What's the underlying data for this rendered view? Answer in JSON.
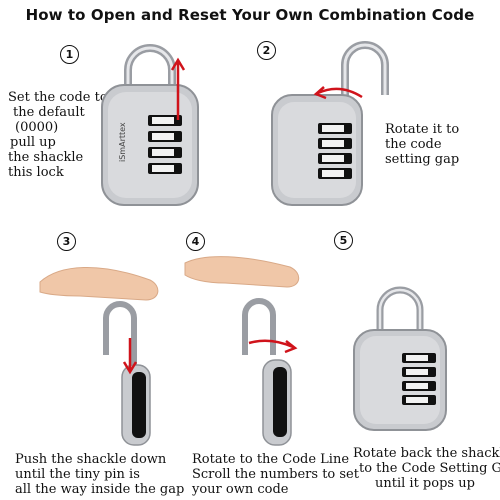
{
  "title": "How to Open and Reset Your Own Combination Code",
  "brand": "iSmArttex",
  "colors": {
    "arrow": "#d0131b",
    "lock_body": "#c9cbcf",
    "dial": "#111111",
    "finger": "#f0c7a8"
  },
  "steps": [
    {
      "number": "1",
      "lines": [
        "Set the code to",
        "the default",
        "(0000)",
        "pull up",
        "the shackle",
        "this lock"
      ]
    },
    {
      "number": "2",
      "lines": [
        "Rotate it to",
        "the code",
        "setting gap"
      ]
    },
    {
      "number": "3",
      "lines": [
        "Push the shackle down",
        "until the tiny pin is",
        "all the way inside the gap"
      ]
    },
    {
      "number": "4",
      "lines": [
        "Rotate to the Code Line",
        "Scroll the numbers to set",
        "your own code"
      ]
    },
    {
      "number": "5",
      "lines": [
        "Rotate back the shackle",
        "to the Code Setting Ga",
        "until it pops up"
      ]
    }
  ]
}
